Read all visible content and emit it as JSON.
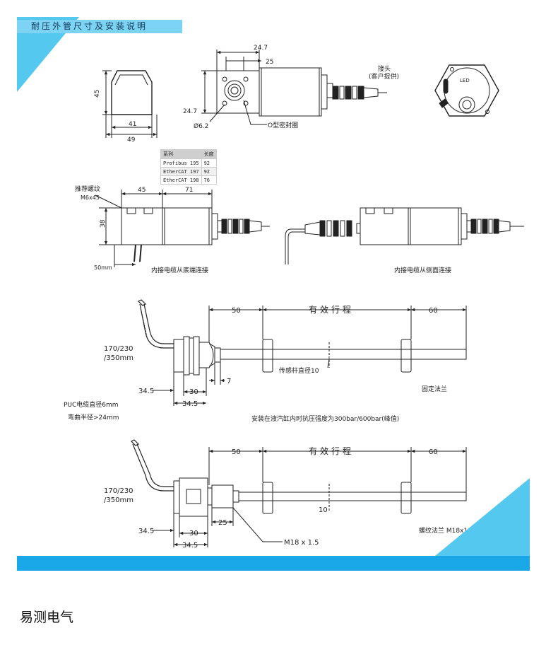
{
  "header": {
    "title": "耐压外管尺寸及安装说明"
  },
  "top_dims": {
    "left_view": {
      "height": "45",
      "bottom_inner": "41",
      "bottom_outer": "49"
    },
    "side_view": {
      "top_a": "24.7",
      "top_b": "25",
      "left": "24.7",
      "dia": "Ø6.2",
      "oring": "O型密封圈"
    },
    "connector": {
      "line1": "接头",
      "line2": "(客户提供)"
    },
    "led": "LED"
  },
  "table": {
    "headers": [
      "系列",
      "长度"
    ],
    "rows": [
      {
        "name": "Profibus 195",
        "len": "92"
      },
      {
        "name": "EtherCAT 197",
        "len": "92"
      },
      {
        "name": "EtherCAT 198",
        "len": "76"
      }
    ]
  },
  "mid": {
    "thread_label": "推荐螺纹",
    "thread_size": "M6x45",
    "dim_45": "45",
    "dim_71": "71",
    "dim_38": "38",
    "dim_50mm": "50mm",
    "cap_bottom": "内接电缆从底端连接",
    "cap_side": "内接电缆从侧面连接"
  },
  "d1": {
    "d50": "50",
    "stroke": "有效行程",
    "d60": "60",
    "bend": "170/230",
    "bend2": "/350mm",
    "rod": "传感杆直径10",
    "flange": "固定法兰",
    "d345": "34.5",
    "d30": "30",
    "d7": "7",
    "d345b": "34.5"
  },
  "cable": {
    "line1": "PUC电缆直径6mm",
    "line2": "弯曲半径>24mm"
  },
  "install_note": "安装在液汽缸内时抗压强度为300bar/600bar(峰值)",
  "d2": {
    "d50": "50",
    "stroke": "有效行程",
    "d60": "60",
    "bend": "170/230",
    "bend2": "/350mm",
    "d10": "10",
    "d345": "34.5",
    "d30": "30",
    "d25": "25",
    "d345b": "34.5",
    "thread": "M18 x 1.5",
    "flange": "螺纹法兰 M18x1.5"
  },
  "footer": {
    "brand": "易测电气"
  }
}
